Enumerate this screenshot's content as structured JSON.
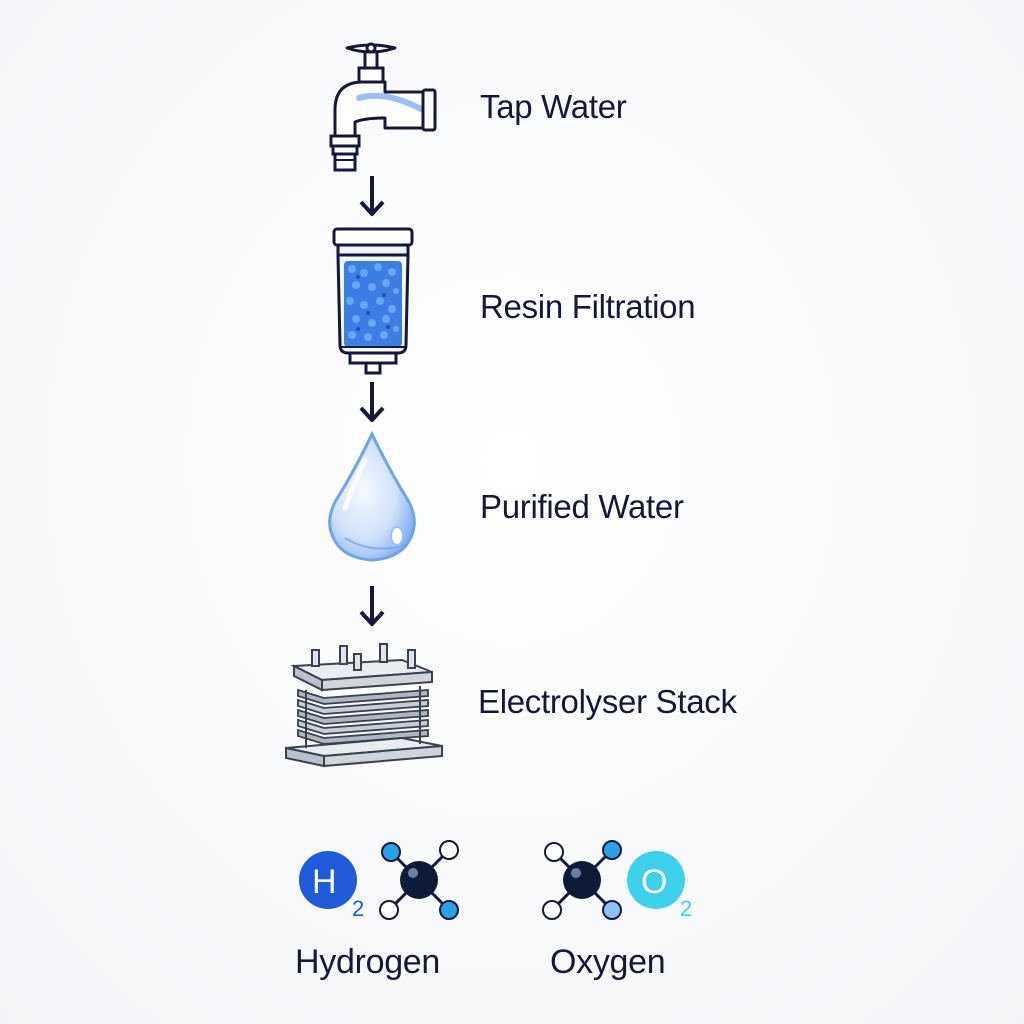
{
  "steps": [
    {
      "label": "Tap Water",
      "icon": "faucet-icon"
    },
    {
      "label": "Resin Filtration",
      "icon": "resin-filter-icon"
    },
    {
      "label": "Purified Water",
      "icon": "water-drop-icon"
    },
    {
      "label": "Electrolyser Stack",
      "icon": "electrolyser-stack-icon"
    }
  ],
  "outputs": [
    {
      "label": "Hydrogen",
      "badge": "H",
      "subscript": "2",
      "badge_color": "#1e5bd8"
    },
    {
      "label": "Oxygen",
      "badge": "O",
      "subscript": "2",
      "badge_color": "#3fd0ec"
    }
  ],
  "colors": {
    "ink": "#14183a",
    "water_blue": "#2f6fe0",
    "molecule_dark": "#0d1a3a",
    "molecule_light": "#2aa0e8"
  }
}
